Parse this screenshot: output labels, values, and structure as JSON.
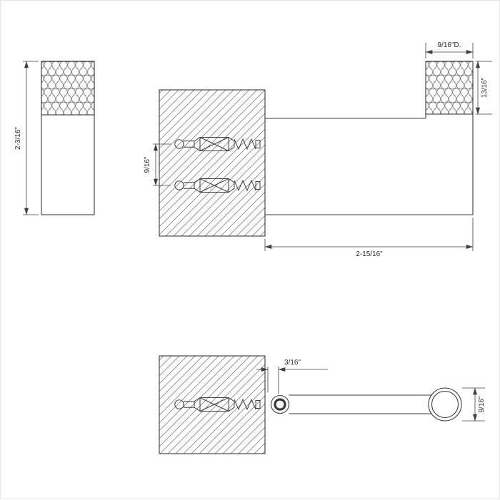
{
  "colors": {
    "line": "#3a3a3a",
    "dimension": "#3f3f3f",
    "hatch": "#707070",
    "knurl_texture": "#7f7f7f",
    "background": "#ffffff"
  },
  "views": {
    "front": {
      "overall_height": "2-3/16\""
    },
    "side": {
      "anchor_spacing": "9/16\"",
      "knob_diameter": "9/16\"D.",
      "knob_cap_height": "13/16\"",
      "projection_length": "2-15/16\""
    },
    "plan": {
      "wall_offset": "3/16\"",
      "arm_diameter": "9/16\""
    }
  }
}
